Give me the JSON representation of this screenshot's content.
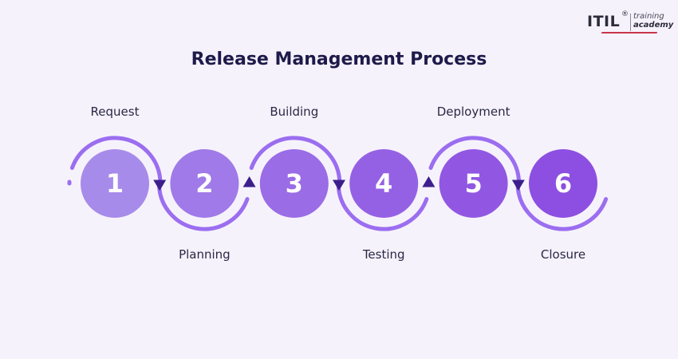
{
  "title": "Release Management Process",
  "logo": {
    "brand": "ITIL",
    "registered": "®",
    "line1": "training",
    "line2": "academy"
  },
  "colors": {
    "background": "#f6f2fc",
    "arc": "#9b6ef0",
    "arrow": "#3c1f8c",
    "circles": [
      "#a78bea",
      "#9f7ae8",
      "#9a6ce6",
      "#9561e4",
      "#9157e2",
      "#8d4fe1"
    ]
  },
  "steps": [
    {
      "number": "1",
      "label": "Request"
    },
    {
      "number": "2",
      "label": "Planning"
    },
    {
      "number": "3",
      "label": "Building"
    },
    {
      "number": "4",
      "label": "Testing"
    },
    {
      "number": "5",
      "label": "Deployment"
    },
    {
      "number": "6",
      "label": "Closure"
    }
  ]
}
